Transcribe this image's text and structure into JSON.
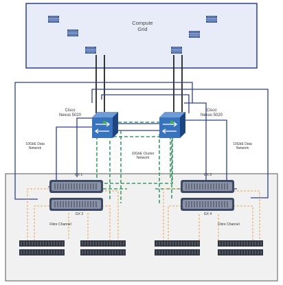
{
  "compute_grid": {
    "title": "Compute\nGrid"
  },
  "switches": {
    "left": {
      "label": "Cisco\nNexus 5020"
    },
    "right": {
      "label": "Cisco\nNexus 5020"
    }
  },
  "networks": {
    "data_left": "10GbE Data\nNetwork",
    "data_right": "10GbE Data\nNetwork",
    "cluster": "10GbE Cluster\nNetwork"
  },
  "nodes": {
    "gx1": "GX 1",
    "gx2": "GX 2",
    "gx3": "GX 3",
    "gx4": "GX 4"
  },
  "storage": {
    "fc_left": "Fibre Channel",
    "fc_right": "Fibre Channel"
  },
  "colors": {
    "data_link": "#2c3f8f",
    "cluster_link": "#3a9a6a",
    "fibre_channel": "#e2a650",
    "uplink": "#222222",
    "grid_fill": "#e8ecf8",
    "switch_fill": "#2f64a8"
  }
}
